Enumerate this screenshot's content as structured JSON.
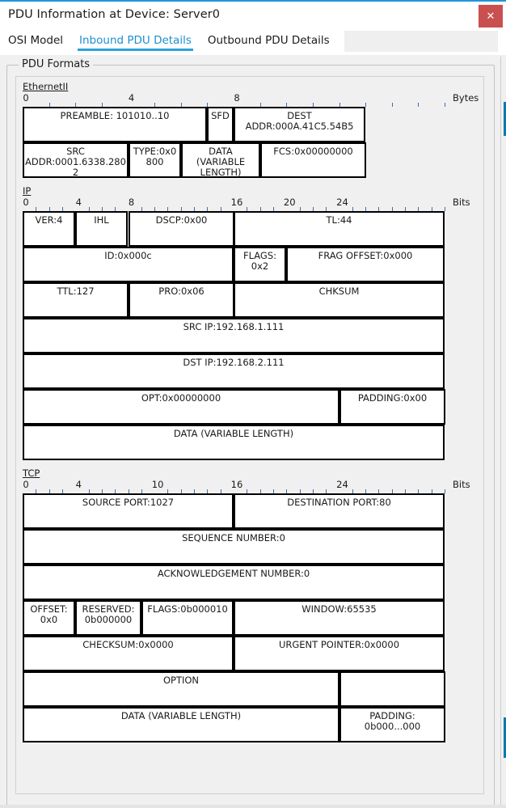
{
  "window": {
    "title": "PDU Information at Device: Server0",
    "close_label": "✕",
    "accent_color": "#2196d8",
    "close_color": "#c9504f"
  },
  "tabs": [
    {
      "label": "OSI Model",
      "active": false
    },
    {
      "label": "Inbound PDU Details",
      "active": true
    },
    {
      "label": "Outbound PDU Details",
      "active": false
    }
  ],
  "groupbox": {
    "label": "PDU Formats"
  },
  "sections": [
    {
      "name": "EthernetII",
      "unit_label": "Bytes",
      "ruler": {
        "ticks": 17,
        "labels": [
          {
            "index": 0,
            "text": "0"
          },
          {
            "index": 4,
            "text": "4"
          },
          {
            "index": 8,
            "text": "8"
          }
        ]
      },
      "rows": [
        {
          "height": 44,
          "fields": [
            {
              "label": "PREAMBLE: 101010..10",
              "start": 0,
              "span": 7
            },
            {
              "label": "SFD",
              "start": 7,
              "span": 1
            },
            {
              "label": "DEST ADDR:000A.41C5.54B5",
              "start": 8,
              "span": 5
            },
            {
              "label": "",
              "start": 13,
              "span": 3,
              "blank": true
            }
          ]
        },
        {
          "height": 44,
          "fields": [
            {
              "label": "SRC ADDR:0001.6338.2802",
              "start": 0,
              "span": 4
            },
            {
              "label": "TYPE:0x0800",
              "start": 4,
              "span": 2
            },
            {
              "label": "DATA (VARIABLE LENGTH)",
              "start": 6,
              "span": 3
            },
            {
              "label": "FCS:0x00000000",
              "start": 9,
              "span": 4
            },
            {
              "label": "",
              "start": 13,
              "span": 3,
              "blank": true
            }
          ]
        }
      ]
    },
    {
      "name": "IP",
      "unit_label": "Bits",
      "ruler": {
        "ticks": 33,
        "labels": [
          {
            "index": 0,
            "text": "0"
          },
          {
            "index": 4,
            "text": "4"
          },
          {
            "index": 8,
            "text": "8"
          },
          {
            "index": 16,
            "text": "16"
          },
          {
            "index": 20,
            "text": "20"
          },
          {
            "index": 24,
            "text": "24"
          }
        ]
      },
      "rows": [
        {
          "height": 44,
          "fields": [
            {
              "label": "VER:4",
              "start": 0,
              "span": 4
            },
            {
              "label": "IHL",
              "start": 4,
              "span": 4
            },
            {
              "label": "DSCP:0x00",
              "start": 8,
              "span": 8
            },
            {
              "label": "TL:44",
              "start": 16,
              "span": 16
            }
          ]
        },
        {
          "height": 44,
          "fields": [
            {
              "label": "ID:0x000c",
              "start": 0,
              "span": 16
            },
            {
              "label": "FLAGS: 0x2",
              "start": 16,
              "span": 4
            },
            {
              "label": "FRAG OFFSET:0x000",
              "start": 20,
              "span": 12
            }
          ]
        },
        {
          "height": 44,
          "fields": [
            {
              "label": "TTL:127",
              "start": 0,
              "span": 8
            },
            {
              "label": "PRO:0x06",
              "start": 8,
              "span": 8
            },
            {
              "label": "CHKSUM",
              "start": 16,
              "span": 16
            }
          ]
        },
        {
          "height": 44,
          "fields": [
            {
              "label": "SRC IP:192.168.1.111",
              "start": 0,
              "span": 32
            }
          ]
        },
        {
          "height": 44,
          "fields": [
            {
              "label": "DST IP:192.168.2.111",
              "start": 0,
              "span": 32
            }
          ]
        },
        {
          "height": 44,
          "fields": [
            {
              "label": "OPT:0x00000000",
              "start": 0,
              "span": 24
            },
            {
              "label": "PADDING:0x00",
              "start": 24,
              "span": 8
            }
          ]
        },
        {
          "height": 44,
          "fields": [
            {
              "label": "DATA (VARIABLE LENGTH)",
              "start": 0,
              "span": 32
            }
          ]
        }
      ]
    },
    {
      "name": "TCP",
      "unit_label": "Bits",
      "ruler": {
        "ticks": 33,
        "labels": [
          {
            "index": 0,
            "text": "0"
          },
          {
            "index": 4,
            "text": "4"
          },
          {
            "index": 10,
            "text": "10"
          },
          {
            "index": 16,
            "text": "16"
          },
          {
            "index": 24,
            "text": "24"
          }
        ]
      },
      "rows": [
        {
          "height": 44,
          "fields": [
            {
              "label": "SOURCE PORT:1027",
              "start": 0,
              "span": 16
            },
            {
              "label": "DESTINATION PORT:80",
              "start": 16,
              "span": 16
            }
          ]
        },
        {
          "height": 44,
          "fields": [
            {
              "label": "SEQUENCE NUMBER:0",
              "start": 0,
              "span": 32
            }
          ]
        },
        {
          "height": 44,
          "fields": [
            {
              "label": "ACKNOWLEDGEMENT NUMBER:0",
              "start": 0,
              "span": 32
            }
          ]
        },
        {
          "height": 44,
          "fields": [
            {
              "label": "OFFSET: 0x0",
              "start": 0,
              "span": 4
            },
            {
              "label": "RESERVED: 0b000000",
              "start": 4,
              "span": 5
            },
            {
              "label": "FLAGS:0b000010",
              "start": 9,
              "span": 7
            },
            {
              "label": "WINDOW:65535",
              "start": 16,
              "span": 16
            }
          ]
        },
        {
          "height": 44,
          "fields": [
            {
              "label": "CHECKSUM:0x0000",
              "start": 0,
              "span": 16
            },
            {
              "label": "URGENT POINTER:0x0000",
              "start": 16,
              "span": 16
            }
          ]
        },
        {
          "height": 44,
          "fields": [
            {
              "label": "OPTION",
              "start": 0,
              "span": 24
            },
            {
              "label": "",
              "start": 24,
              "span": 8
            }
          ]
        },
        {
          "height": 44,
          "fields": [
            {
              "label": "DATA (VARIABLE LENGTH)",
              "start": 0,
              "span": 24
            },
            {
              "label": "PADDING: 0b000...000",
              "start": 24,
              "span": 8
            }
          ]
        }
      ]
    }
  ]
}
